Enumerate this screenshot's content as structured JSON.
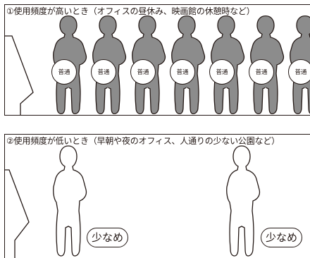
{
  "panels": [
    {
      "caption": "①使用頻度が高いとき（オフィスの昼休み、映画館の休憩時など）",
      "badges": [
        "普通",
        "普通",
        "普通",
        "普通",
        "普通",
        "普通",
        "普通"
      ]
    },
    {
      "caption": "②使用頻度が低いとき（早朝や夜のオフィス、人通りの少ない公園など）",
      "bubbles": [
        "少なめ",
        "少なめ"
      ]
    }
  ],
  "colors": {
    "figure_fill": "#8c8c8c",
    "line": "#231815",
    "background": "#ffffff"
  }
}
